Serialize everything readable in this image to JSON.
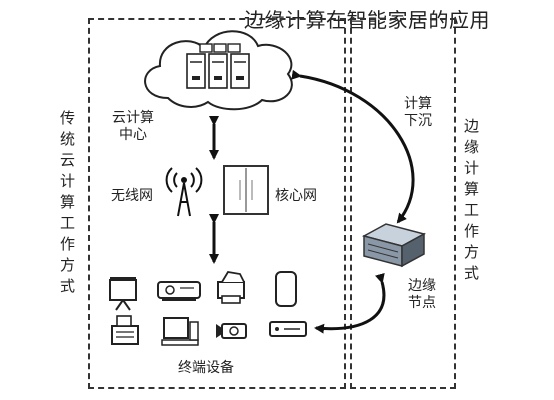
{
  "title": "边缘计算在智能家居的应用",
  "left_side_label": "传统云计算工作方式",
  "right_side_label": "边缘计算工作方式",
  "cloud_center_label": [
    "云计算",
    "中心"
  ],
  "wireless_label": "无线网",
  "core_network_label": "核心网",
  "compute_sink_label": [
    "计算",
    "下沉"
  ],
  "edge_node_label": [
    "边缘",
    "节点"
  ],
  "terminal_label": "终端设备",
  "icons": [
    "cloud-icon",
    "server-icon",
    "wireless-tower-icon",
    "core-network-icon",
    "edge-server-icon",
    "projector-screen-icon",
    "projector-icon",
    "printer-icon",
    "phone-icon",
    "fax-icon",
    "computer-icon",
    "camera-icon",
    "router-icon"
  ]
}
